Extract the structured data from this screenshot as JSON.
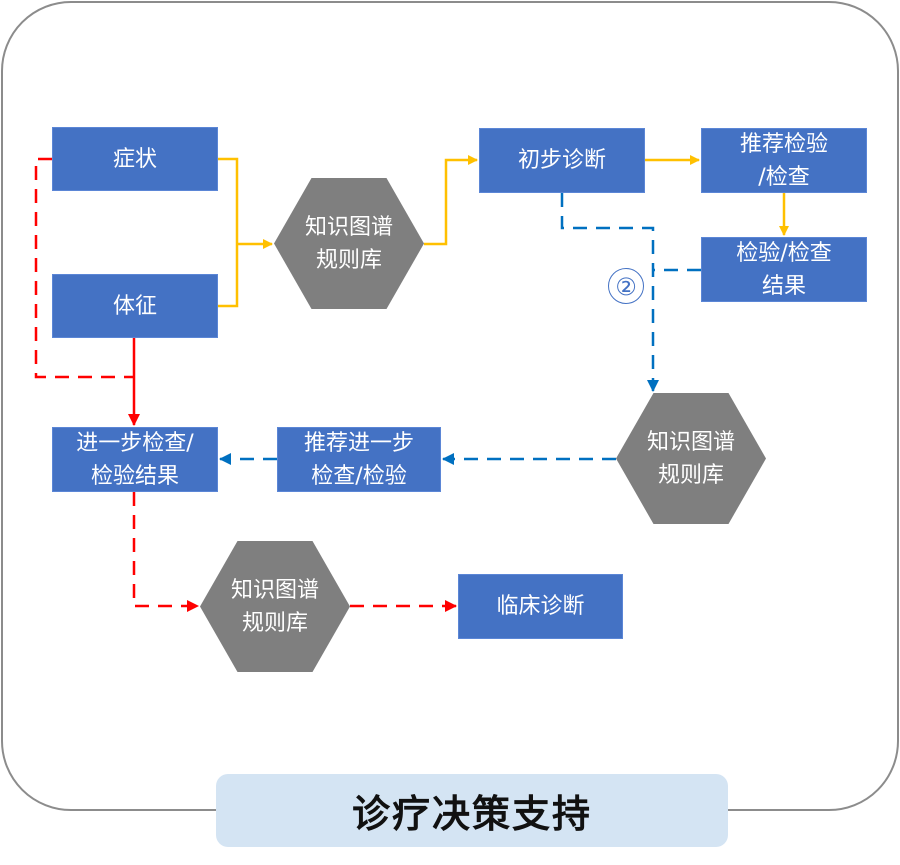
{
  "title": "诊疗决策支持",
  "colors": {
    "node_fill": "#4472c4",
    "hex_fill": "#7f7f7f",
    "flow_primary": "#ffc000",
    "flow_step2": "#0070c0",
    "flow_step3": "#ff0000",
    "frame": "#8c8c8c",
    "title_bg": "#d4e4f3"
  },
  "nodes": {
    "symptoms": "症状",
    "signs": "体征",
    "kg_rules_1": "知识图谱\n规则库",
    "preliminary_diagnosis": "初步诊断",
    "recommended_tests": "推荐检验\n/检查",
    "test_results": "检验/检查\n结果",
    "kg_rules_2": "知识图谱\n规则库",
    "recommended_further_tests": "推荐进一步\n检查/检验",
    "further_test_results": "进一步检查/\n检验结果",
    "kg_rules_3": "知识图谱\n规则库",
    "clinical_diagnosis": "临床诊断"
  },
  "step_badge": "②",
  "edges": [
    {
      "from": "symptoms",
      "to": "kg_rules_1",
      "style": "solid",
      "color": "flow_primary"
    },
    {
      "from": "signs",
      "to": "kg_rules_1",
      "style": "solid",
      "color": "flow_primary"
    },
    {
      "from": "kg_rules_1",
      "to": "preliminary_diagnosis",
      "style": "solid",
      "color": "flow_primary"
    },
    {
      "from": "preliminary_diagnosis",
      "to": "recommended_tests",
      "style": "solid",
      "color": "flow_primary"
    },
    {
      "from": "recommended_tests",
      "to": "test_results",
      "style": "solid",
      "color": "flow_primary"
    },
    {
      "from": "preliminary_diagnosis",
      "to": "kg_rules_2",
      "style": "dashed",
      "color": "flow_step2"
    },
    {
      "from": "test_results",
      "to": "kg_rules_2",
      "style": "dashed",
      "color": "flow_step2"
    },
    {
      "from": "kg_rules_2",
      "to": "recommended_further_tests",
      "style": "dashed",
      "color": "flow_step2"
    },
    {
      "from": "recommended_further_tests",
      "to": "further_test_results",
      "style": "dashed",
      "color": "flow_step2"
    },
    {
      "from": "symptoms",
      "to": "further_test_results",
      "style": "dashed",
      "color": "flow_step3"
    },
    {
      "from": "signs",
      "to": "further_test_results",
      "style": "solid",
      "color": "flow_step3"
    },
    {
      "from": "further_test_results",
      "to": "kg_rules_3",
      "style": "dashed",
      "color": "flow_step3"
    },
    {
      "from": "kg_rules_3",
      "to": "clinical_diagnosis",
      "style": "dashed",
      "color": "flow_step3"
    }
  ]
}
